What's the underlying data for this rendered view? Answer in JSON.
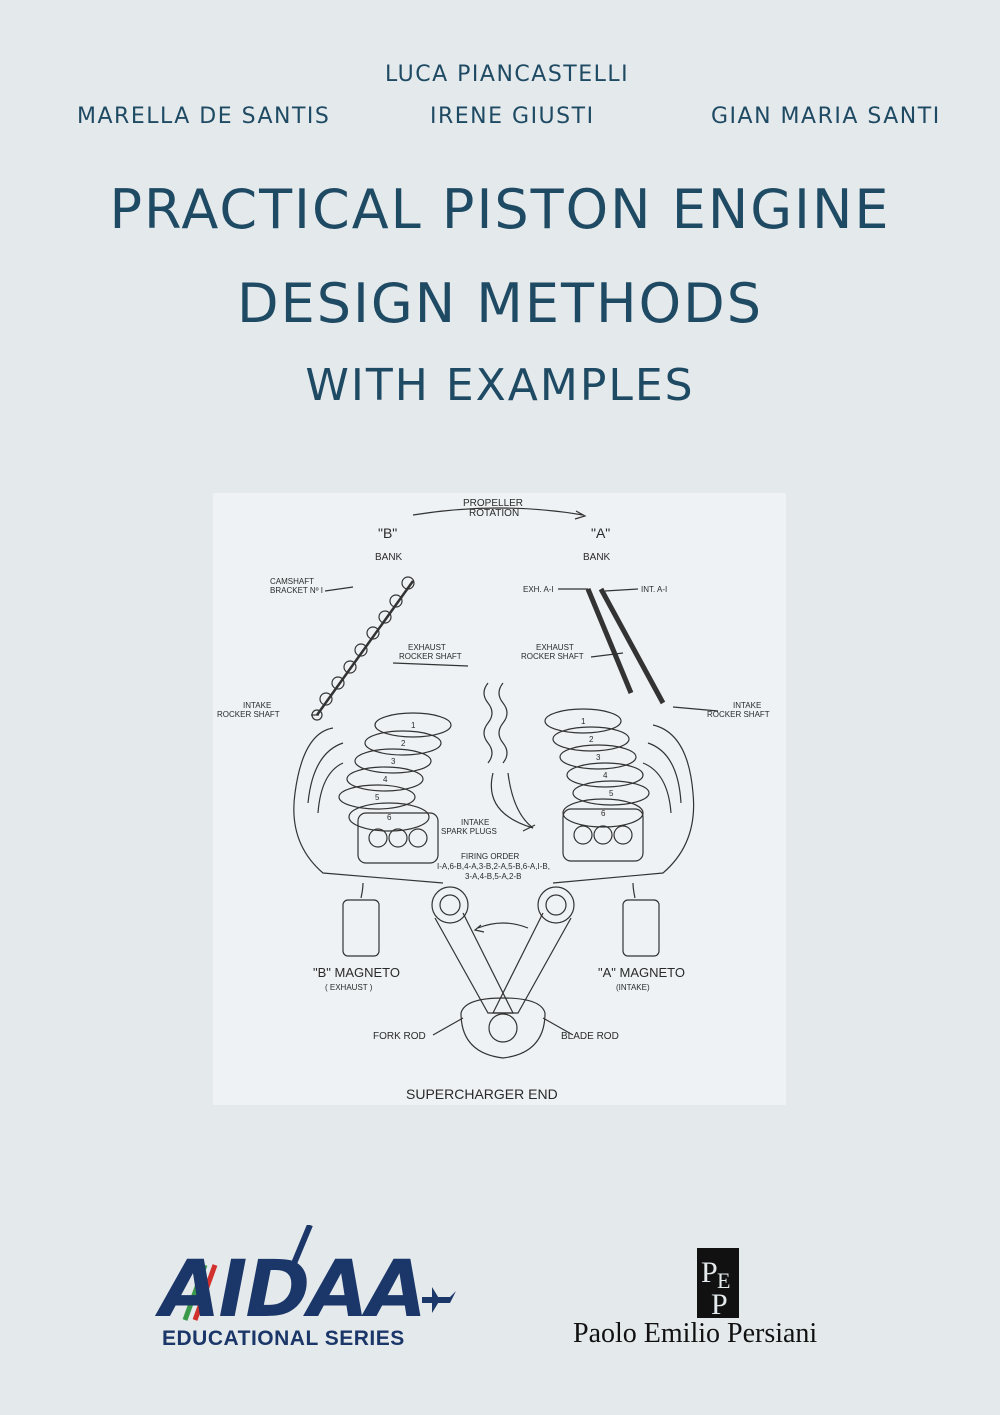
{
  "authors": {
    "top": "LUCA PIANCASTELLI",
    "left": "MARELLA DE SANTIS",
    "center": "IRENE GIUSTI",
    "right": "GIAN MARIA SANTI"
  },
  "title": {
    "line1": "PRACTICAL PISTON ENGINE",
    "line2": "DESIGN METHODS",
    "line3": "WITH EXAMPLES"
  },
  "figure": {
    "propeller_1": "PROPELLER",
    "propeller_2": "ROTATION",
    "bank_b_letter": "\"B\"",
    "bank_b_word": "BANK",
    "bank_a_letter": "\"A\"",
    "bank_a_word": "BANK",
    "camshaft_1": "CAMSHAFT",
    "camshaft_2": "BRACKET Nº I",
    "exhaust_b_1": "EXHAUST",
    "exhaust_b_2": "ROCKER SHAFT",
    "intake_b_1": "INTAKE",
    "intake_b_2": "ROCKER SHAFT",
    "exh_a1": "EXH. A-I",
    "int_a1": "INT. A-I",
    "exhaust_a_1": "EXHAUST",
    "exhaust_a_2": "ROCKER SHAFT",
    "intake_a_1": "INTAKE",
    "intake_a_2": "ROCKER SHAFT",
    "spark_1": "INTAKE",
    "spark_2": "SPARK PLUGS",
    "firing_1": "FIRING ORDER",
    "firing_2": "I-A,6-B,4-A,3-B,2-A,5-B,6-A,I-B,",
    "firing_3": "3-A,4-B,5-A,2-B",
    "b_magneto": "\"B\" MAGNETO",
    "b_magneto_sub": "( EXHAUST )",
    "a_magneto": "\"A\" MAGNETO",
    "a_magneto_sub": "(INTAKE)",
    "fork_rod": "FORK ROD",
    "blade_rod": "BLADE ROD",
    "supercharger": "SUPERCHARGER END",
    "cyl_b": [
      "1",
      "2",
      "3",
      "4",
      "5",
      "6"
    ],
    "cyl_a": [
      "1",
      "2",
      "3",
      "4",
      "5",
      "6"
    ]
  },
  "logos": {
    "aidaa": "AIDAA",
    "aidaa_series": "EDUCATIONAL SERIES",
    "publisher": "Paolo Emilio Persiani"
  },
  "colors": {
    "background": "#e4e9ec",
    "title": "#1f4a63",
    "aidaa_blue": "#1b3668",
    "aidaa_green": "#3a9a4a",
    "aidaa_red": "#d2302c"
  }
}
